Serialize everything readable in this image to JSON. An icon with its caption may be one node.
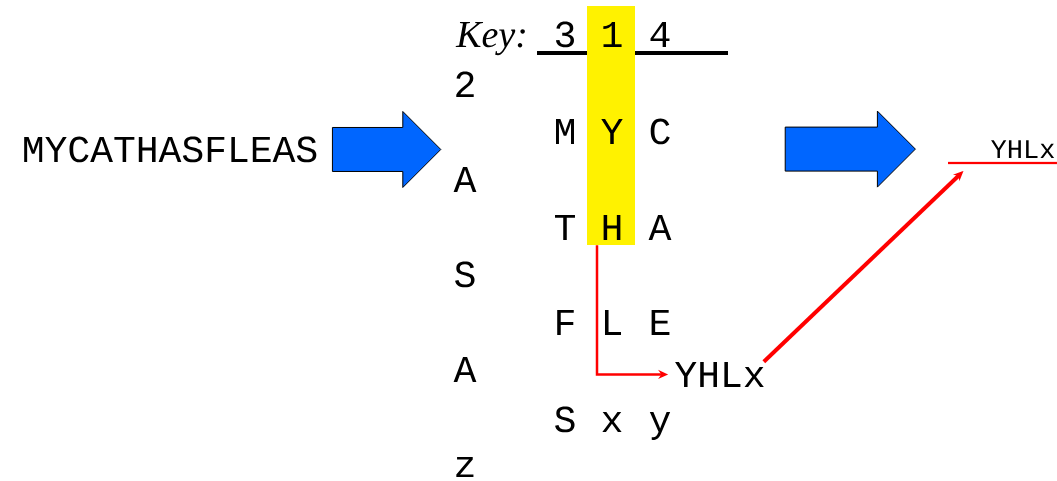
{
  "diagram": {
    "nodes": [
      {
        "text": [
          "MYCATHASFLEAS"
        ]
      },
      {
        "text": [
          "Key:",
          "3",
          "4",
          "2",
          "M",
          "C",
          "A",
          "T",
          "A",
          "S",
          "F",
          "L",
          "E",
          "A",
          "S",
          "x",
          "y",
          "z"
        ]
      },
      {
        "text": [
          "1",
          "Y",
          "H"
        ],
        "in": 1
      },
      {
        "text": [
          "YHLx"
        ]
      },
      {
        "text": [
          "YHLx"
        ]
      }
    ],
    "edges": [
      {
        "from": 0,
        "to": 1,
        "arrow": "to",
        "style": "thick",
        "color": "#0066ff"
      },
      {
        "from": 2,
        "to": 3,
        "arrow": "to",
        "color": "#ff0000"
      },
      {
        "from": 3,
        "to": 4,
        "arrow": "to",
        "color": "#ff0000"
      },
      {
        "from": 1,
        "to": 4,
        "arrow": "to",
        "style": "thick",
        "color": "#0066ff"
      }
    ]
  }
}
